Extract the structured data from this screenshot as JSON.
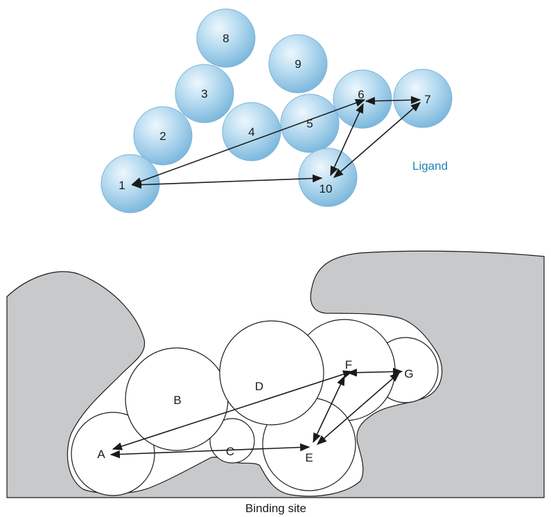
{
  "ligand": {
    "caption": "Ligand",
    "atom_labels": [
      "1",
      "2",
      "3",
      "4",
      "5",
      "6",
      "7",
      "8",
      "9",
      "10"
    ]
  },
  "binding_site": {
    "caption": "Binding site",
    "site_labels": [
      "A",
      "B",
      "C",
      "D",
      "E",
      "F",
      "G"
    ]
  },
  "colors": {
    "sphere_light": "#e4f2fb",
    "sphere_mid": "#a9d3ec",
    "sphere_dark": "#6fb0d8",
    "pocket_fill": "#c8c9cb",
    "ligand_caption": "#1f86b0"
  }
}
